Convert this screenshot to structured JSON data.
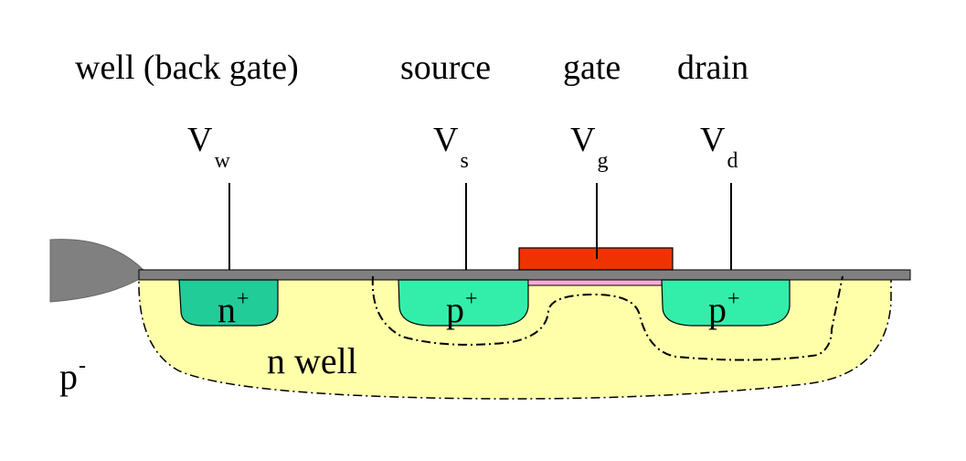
{
  "labels": {
    "well": "well (back gate)",
    "source": "source",
    "gate": "gate",
    "drain": "drain"
  },
  "terminals": {
    "w": {
      "main": "V",
      "sub": "w"
    },
    "s": {
      "main": "V",
      "sub": "s"
    },
    "g": {
      "main": "V",
      "sub": "g"
    },
    "d": {
      "main": "V",
      "sub": "d"
    }
  },
  "regions": {
    "nplus": {
      "main": "n",
      "sup": "+"
    },
    "pplus_source": {
      "main": "p",
      "sup": "+"
    },
    "pplus_drain": {
      "main": "p",
      "sup": "+"
    },
    "nwell": "n well",
    "substrate": {
      "main": "p",
      "sup": "-"
    }
  },
  "colors": {
    "nwell_fill": "#FFFFAA",
    "nplus_fill": "#22CC99",
    "pplus_fill": "#33EEAA",
    "gate_fill": "#EE3300",
    "oxide_fill": "#FFAADD",
    "surface": "#808080",
    "outline": "#000000"
  }
}
